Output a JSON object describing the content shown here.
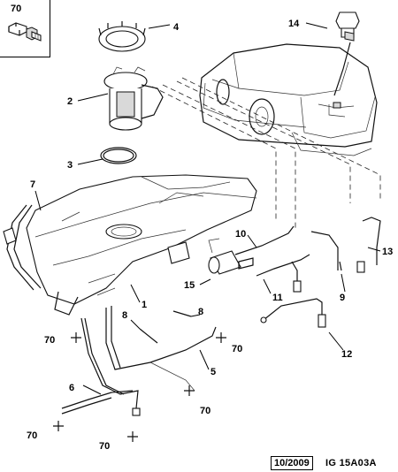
{
  "inset": {
    "label": "70"
  },
  "callouts": {
    "c1": "1",
    "c2": "2",
    "c3": "3",
    "c4": "4",
    "c5": "5",
    "c6": "6",
    "c7": "7",
    "c8a": "8",
    "c8b": "8",
    "c9": "9",
    "c10": "10",
    "c11": "11",
    "c12": "12",
    "c13": "13",
    "c14": "14",
    "c15": "15",
    "c70a": "70",
    "c70b": "70",
    "c70c": "70",
    "c70d": "70",
    "c70e": "70"
  },
  "reference": {
    "date": "10/2009",
    "code": "IG 15A03A"
  }
}
